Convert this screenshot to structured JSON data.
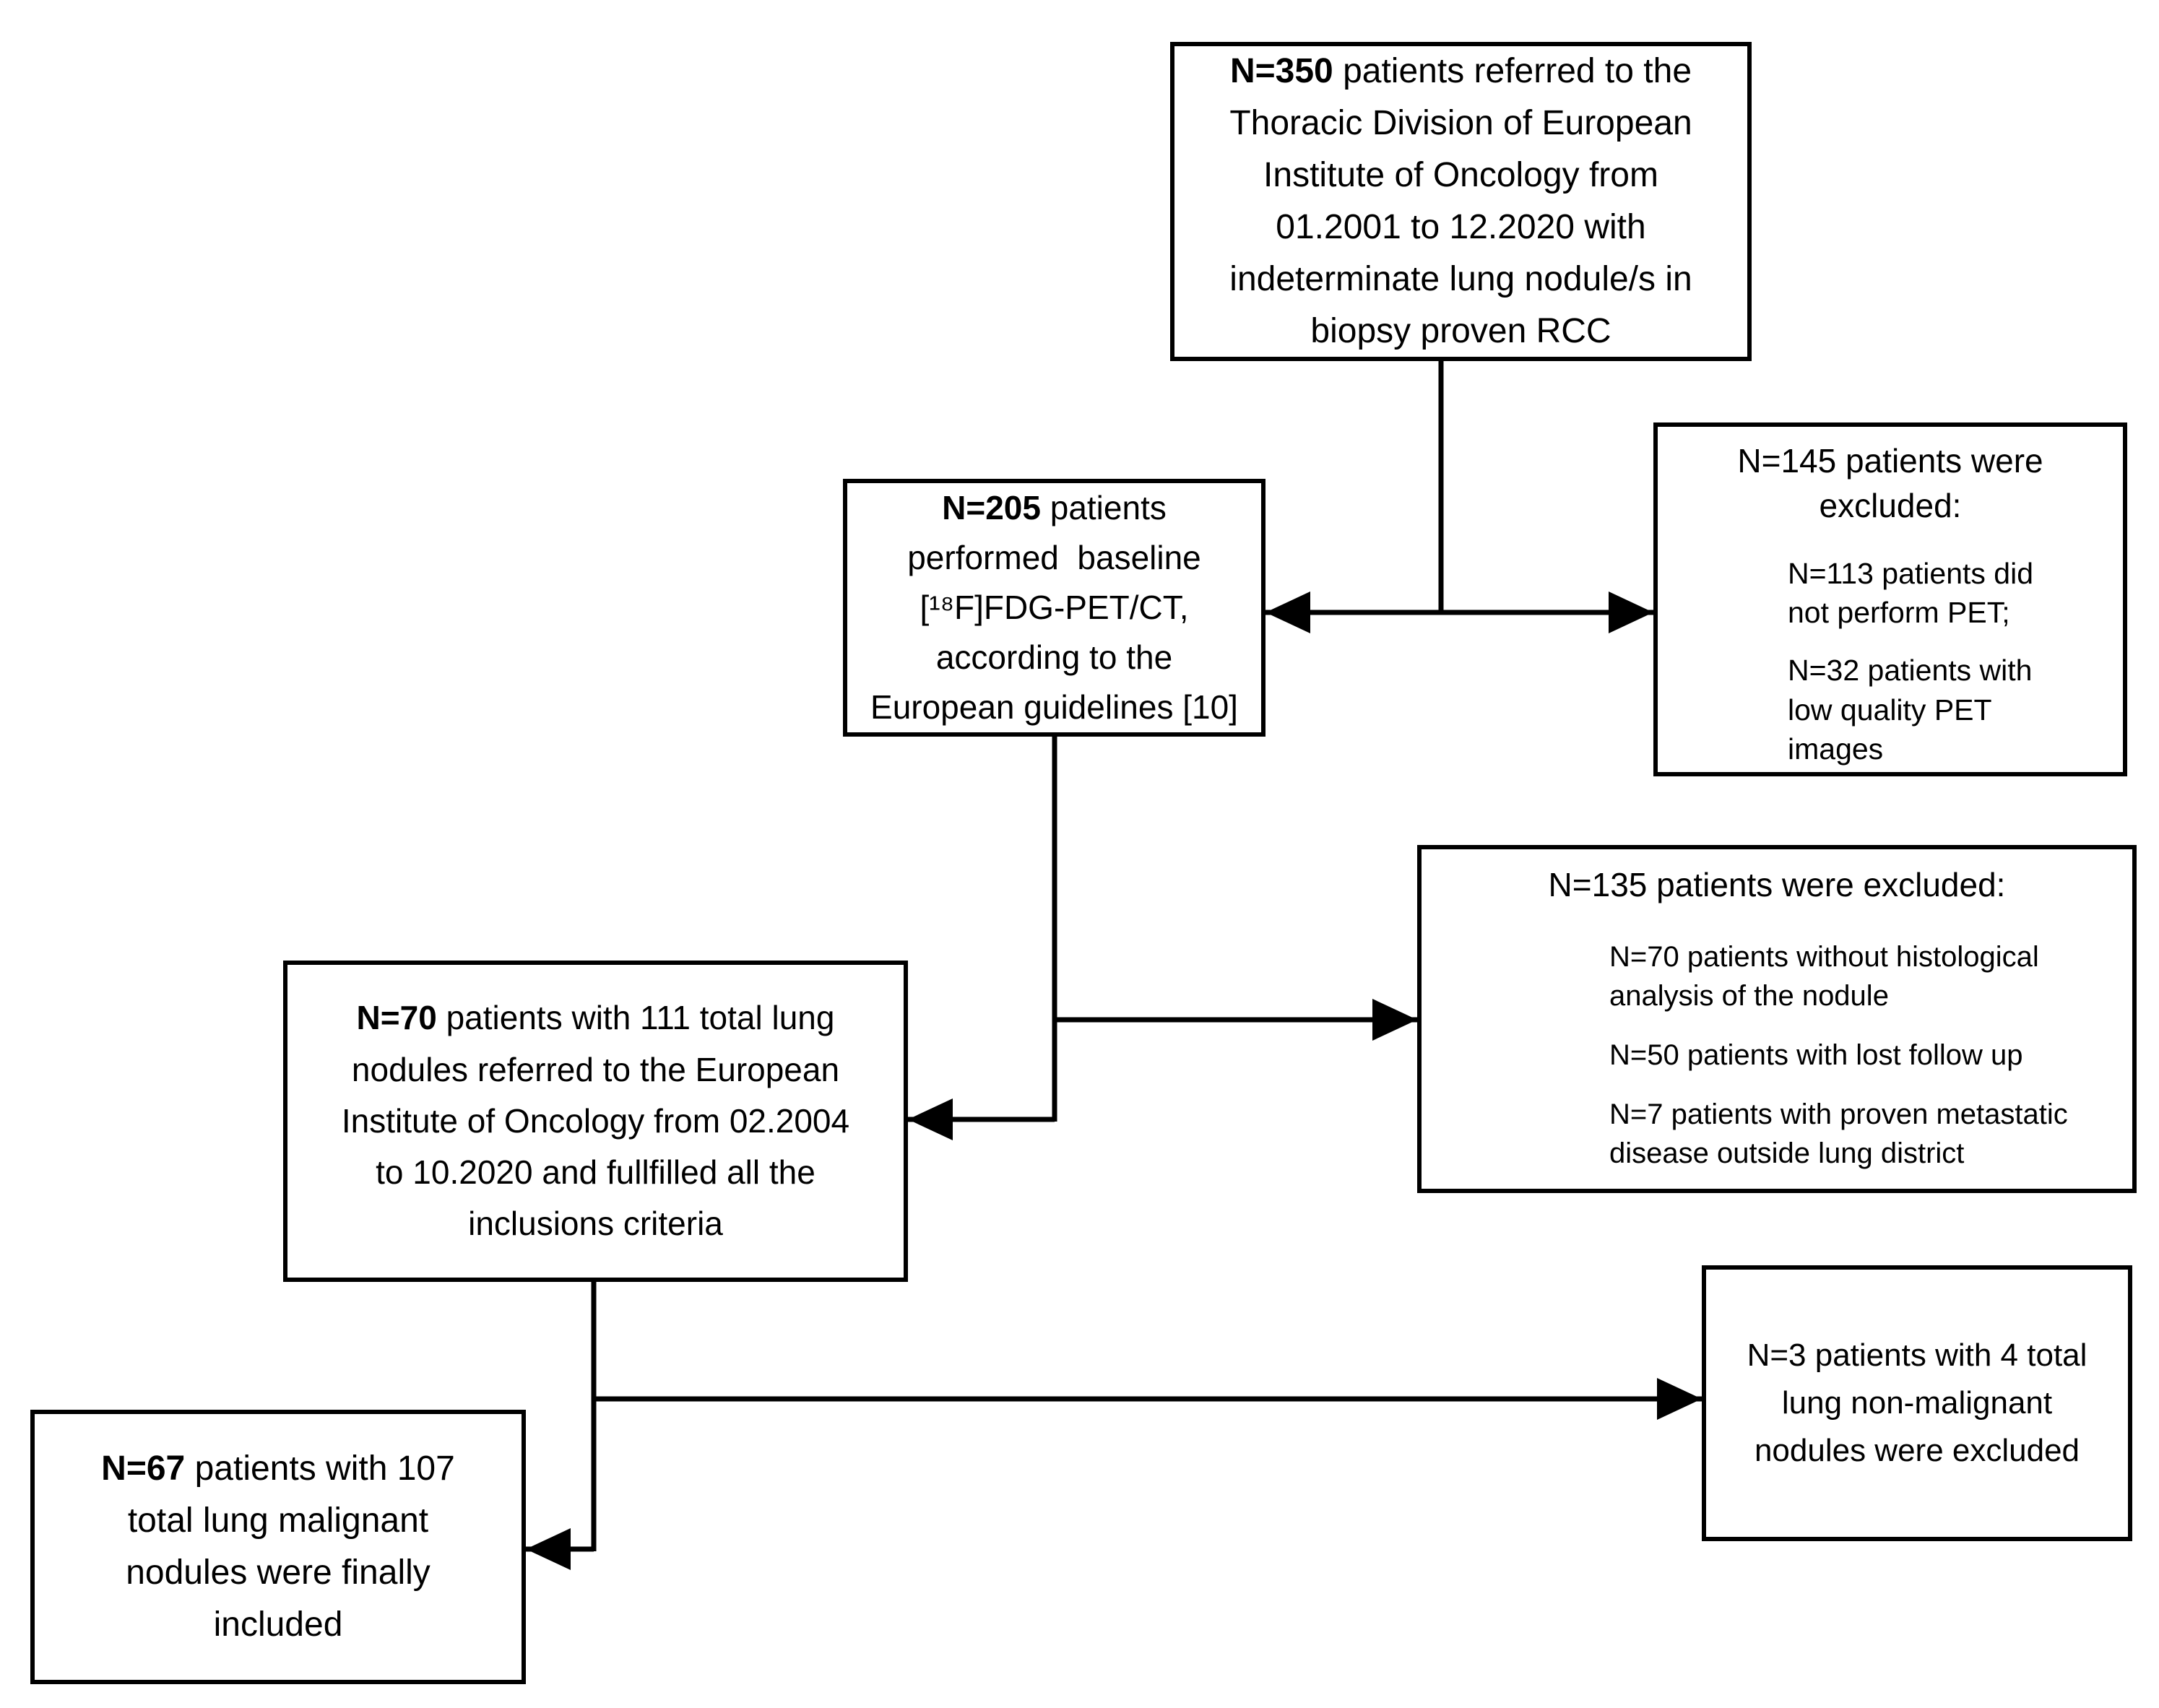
{
  "diagram": {
    "type": "patient-flow-chart",
    "colors": {
      "background": "#ffffff",
      "box_border": "#000000",
      "text": "#000000",
      "connector": "#000000"
    },
    "boxes": {
      "referred_350": {
        "bold": "N=350",
        "rest": " patients referred to the\nThoracic Division of European\nInstitute of Oncology from\n01.2001 to 12.2020 with\nindeterminate lung nodule/s in\nbiopsy proven RCC"
      },
      "pet_205": {
        "bold": "N=205",
        "rest": " patients\nperformed  baseline\n[¹⁸F]FDG-PET/CT,\naccording to the\nEuropean guidelines [10]"
      },
      "excluded_145": {
        "heading": "N=145 patients were\nexcluded:",
        "items": [
          "N=113 patients did\nnot perform PET;",
          "N=32 patients with\nlow quality PET\nimages"
        ]
      },
      "included_70": {
        "bold": "N=70",
        "rest": " patients with 111 total lung\nnodules referred to the European\nInstitute of Oncology from 02.2004\nto 10.2020 and fullfilled all the\ninclusions criteria"
      },
      "excluded_135": {
        "heading": "N=135 patients were excluded:",
        "items": [
          "N=70 patients without histological\nanalysis of the nodule",
          "N=50 patients with lost follow up",
          "N=7 patients with proven metastatic\ndisease outside lung district"
        ]
      },
      "excluded_3": {
        "text": "N=3 patients with 4 total\nlung non-malignant\nnodules were excluded"
      },
      "final_67": {
        "bold": "N=67",
        "rest": " patients with 107\ntotal lung malignant\nnodules were finally\nincluded"
      }
    }
  }
}
